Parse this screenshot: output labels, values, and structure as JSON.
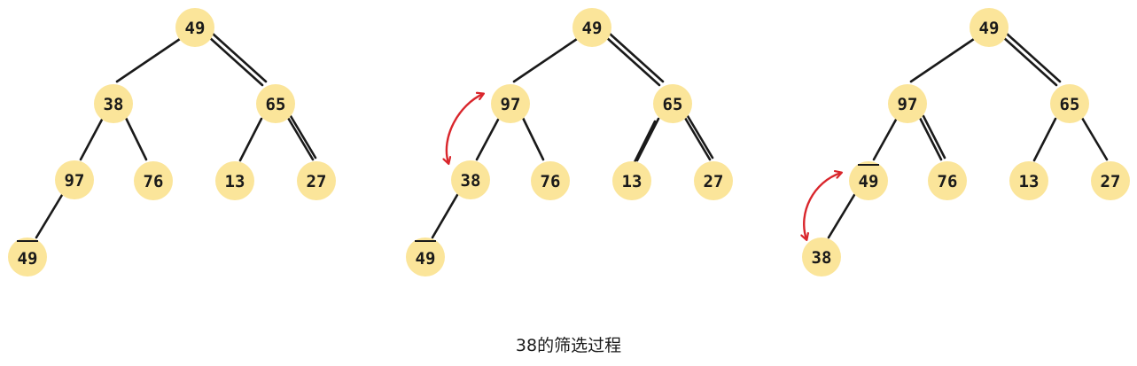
{
  "colors": {
    "node_fill": "#fbe59a",
    "edge": "#1a1a1a",
    "arrow": "#d9262c"
  },
  "caption": "38的筛选过程",
  "trees": [
    {
      "nodes": [
        {
          "id": "t1-49",
          "label": "49"
        },
        {
          "id": "t1-38",
          "label": "38"
        },
        {
          "id": "t1-65",
          "label": "65"
        },
        {
          "id": "t1-97",
          "label": "97"
        },
        {
          "id": "t1-76",
          "label": "76"
        },
        {
          "id": "t1-13",
          "label": "13"
        },
        {
          "id": "t1-27",
          "label": "27"
        },
        {
          "id": "t1-49b",
          "label": "49",
          "overline": true
        }
      ]
    },
    {
      "nodes": [
        {
          "id": "t2-49",
          "label": "49"
        },
        {
          "id": "t2-97",
          "label": "97"
        },
        {
          "id": "t2-65",
          "label": "65"
        },
        {
          "id": "t2-38",
          "label": "38"
        },
        {
          "id": "t2-76",
          "label": "76"
        },
        {
          "id": "t2-13",
          "label": "13"
        },
        {
          "id": "t2-27",
          "label": "27"
        },
        {
          "id": "t2-49b",
          "label": "49",
          "overline": true
        }
      ],
      "swap": [
        "t2-97",
        "t2-38"
      ]
    },
    {
      "nodes": [
        {
          "id": "t3-49",
          "label": "49"
        },
        {
          "id": "t3-97",
          "label": "97"
        },
        {
          "id": "t3-65",
          "label": "65"
        },
        {
          "id": "t3-49b",
          "label": "49",
          "overline": true
        },
        {
          "id": "t3-76",
          "label": "76"
        },
        {
          "id": "t3-13",
          "label": "13"
        },
        {
          "id": "t3-27",
          "label": "27"
        },
        {
          "id": "t3-38",
          "label": "38"
        }
      ],
      "swap": [
        "t3-49b",
        "t3-38"
      ]
    }
  ]
}
